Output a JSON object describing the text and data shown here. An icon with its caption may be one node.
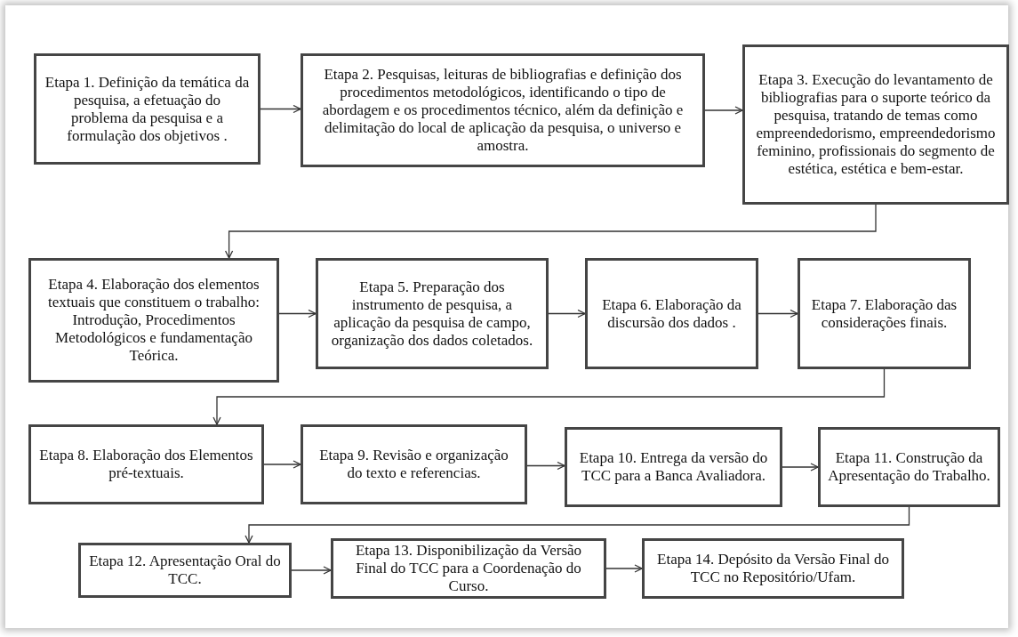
{
  "diagram": {
    "nodes": [
      {
        "text": [
          "Etapa 1. Definição da temática da pesquisa, a efetuação do problema da pesquisa e a formulação dos objetivos ."
        ]
      },
      {
        "text": [
          "Etapa 2. Pesquisas, leituras de bibliografias e definição dos procedimentos metodológicos, identificando o tipo de abordagem e os procedimentos técnico, além da definição e delimitação do local de aplicação da pesquisa, o universo e amostra."
        ]
      },
      {
        "text": [
          "Etapa 3. Execução do levantamento de bibliografias para o suporte teórico da pesquisa, tratando de temas como empreendedorismo, empreendedorismo feminino, profissionais do segmento de estética, estética e bem-estar."
        ]
      },
      {
        "text": [
          "Etapa 4. Elaboração dos elementos textuais que constituem o trabalho: Introdução, Procedimentos Metodológicos e fundamentação Teórica."
        ]
      },
      {
        "text": [
          "Etapa 5. Preparação dos instrumento de pesquisa, a aplicação da pesquisa de campo, organização dos dados coletados."
        ]
      },
      {
        "text": [
          "Etapa 6. Elaboração da discursão dos dados ."
        ]
      },
      {
        "text": [
          "Etapa 7. Elaboração das considerações finais."
        ]
      },
      {
        "text": [
          "Etapa 8. Elaboração dos Elementos pré-textuais."
        ]
      },
      {
        "text": [
          "Etapa 9. Revisão e organização do texto e referencias."
        ]
      },
      {
        "text": [
          "Etapa 10. Entrega da versão do TCC para a Banca Avaliadora."
        ]
      },
      {
        "text": [
          "Etapa 11. Construção da Apresentação do Trabalho."
        ]
      },
      {
        "text": [
          "Etapa 12. Apresentação Oral do TCC."
        ]
      },
      {
        "text": [
          "Etapa 13. Disponibilização da Versão Final do TCC para a Coordenação do Curso."
        ]
      },
      {
        "text": [
          "Etapa 14. Depósito da Versão Final do TCC no Repositório/Ufam."
        ]
      }
    ],
    "edges": [
      {
        "from": 0,
        "to": 1,
        "arrow": "to"
      },
      {
        "from": 1,
        "to": 2,
        "arrow": "to"
      },
      {
        "from": 2,
        "to": 3,
        "arrow": "to"
      },
      {
        "from": 3,
        "to": 4,
        "arrow": "to"
      },
      {
        "from": 4,
        "to": 5,
        "arrow": "to"
      },
      {
        "from": 5,
        "to": 6,
        "arrow": "to"
      },
      {
        "from": 6,
        "to": 7,
        "arrow": "to"
      },
      {
        "from": 7,
        "to": 8,
        "arrow": "to"
      },
      {
        "from": 8,
        "to": 9,
        "arrow": "to"
      },
      {
        "from": 9,
        "to": 10,
        "arrow": "to"
      },
      {
        "from": 10,
        "to": 11,
        "arrow": "to"
      },
      {
        "from": 11,
        "to": 12,
        "arrow": "to"
      },
      {
        "from": 12,
        "to": 13,
        "arrow": "to"
      }
    ]
  }
}
